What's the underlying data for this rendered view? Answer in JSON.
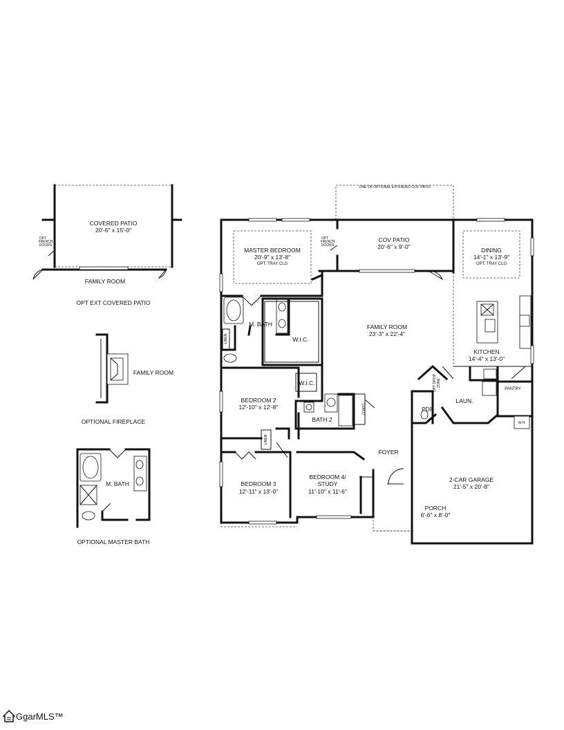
{
  "labels": {
    "covered_patio": "COVERED PATIO",
    "covered_patio_dim": "20'-6\" x 15'-0\"",
    "opt_french_doors_l1": "OPT",
    "opt_french_doors_l2": "FRENCH",
    "opt_french_doors_l3": "DOORS",
    "family_room_inset": "FAMILY ROOM",
    "opt_ext_covered_patio": "OPT EXT COVERED PATIO",
    "family_room_fp": "FAMILY ROOM",
    "optional_fireplace": "OPTIONAL FIREPLACE",
    "m_bath_opt": "M. BATH",
    "optional_master_bath": "OPTIONAL MASTER BATH",
    "ext_patio_line": "LINE OF OPTIONAL EXTENDED COV. PATIO",
    "master_bedroom": "MASTER BEDROOM",
    "master_bedroom_dim": "20'-9\" x 13'-8\"",
    "opt_tray_clg": "OPT. TRAY CLG",
    "cov_patio": "COV PATIO",
    "cov_patio_dim": "20'-6\" x 9'-0\"",
    "dining": "DINING",
    "dining_dim": "14'-1\" x 13'-9\"",
    "dining_tray": "OPT. TRAY CLG",
    "m_bath": "M. BATH",
    "wic": "W.I.C.",
    "linen": "LINEN",
    "family_room": "FAMILY ROOM",
    "family_room_dim": "23'-3\" x 22'-4\"",
    "kitchen": "KITCHEN",
    "kitchen_dim": "14'-4\" x 13'-0\"",
    "opt_drop_zone_l1": "OPT DROP",
    "opt_drop_zone_l2": "ZONE",
    "pantry": "PANTRY",
    "bedroom2": "BEDROOM 2",
    "bedroom2_dim": "12'-10\" x 12'-8\"",
    "wic2": "W.I.C.",
    "bath2": "BATH 2",
    "coats": "COATS",
    "linen2": "LINEN",
    "pdr": "PDR",
    "laun": "LAUN.",
    "wh": "W.H.",
    "foyer": "FOYER",
    "bedroom3": "BEDROOM 3",
    "bedroom3_dim": "12'-11\" x 13'-0\"",
    "bedroom4_l1": "BEDROOM 4/",
    "bedroom4_l2": "STUDY",
    "bedroom4_dim": "11'-10\" x 11'-6\"",
    "porch": "PORCH",
    "porch_dim": "6'-6\" x 8'-0\"",
    "garage": "2-CAR GARAGE",
    "garage_dim": "21'-5\" x 20'-8\""
  },
  "footer": {
    "logo_text": "GgarMLS™"
  }
}
